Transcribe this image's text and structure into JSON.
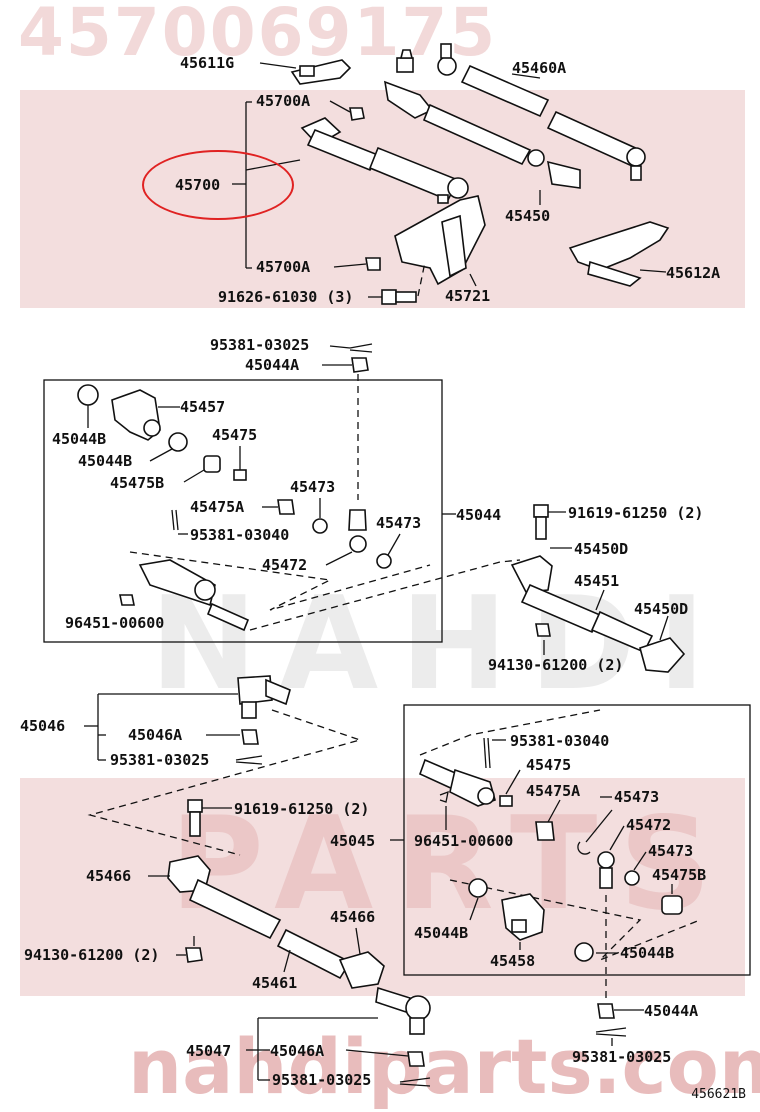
{
  "watermark": {
    "header_part_number": "4570069175",
    "brand_line": "NAHDI",
    "parts_line": "PARTS",
    "site": "nahdiparts.com"
  },
  "figure_code": "456621B",
  "highlighted_part": "45700",
  "callouts": {
    "c45611G": "45611G",
    "c45460A": "45460A",
    "c45700A_top": "45700A",
    "c45700": "45700",
    "c45450_top": "45450",
    "c45700A_bottom": "45700A",
    "c45612A": "45612A",
    "c91626": "91626-61030 (3)",
    "c45721": "45721",
    "c95381_03025_a": "95381-03025",
    "c45044A_a": "45044A",
    "c45457": "45457",
    "c45044B_a": "45044B",
    "c45475_a": "45475",
    "c45044B_b": "45044B",
    "c45475B_a": "45475B",
    "c45475A_a": "45475A",
    "c45473_a": "45473",
    "c45044": "45044",
    "c91619_a": "91619-61250 (2)",
    "c95381_03040_a": "95381-03040",
    "c45473_b": "45473",
    "c45472_a": "45472",
    "c45450D_a": "45450D",
    "c45451": "45451",
    "c45450D_b": "45450D",
    "c96451_a": "96451-00600",
    "c94130_a": "94130-61200 (2)",
    "c45046": "45046",
    "c45046A_a": "45046A",
    "c95381_03025_b": "95381-03025",
    "c95381_03040_b": "95381-03040",
    "c45475_b": "45475",
    "c45475A_b": "45475A",
    "c45473_c": "45473",
    "c91619_b": "91619-61250 (2)",
    "c45045": "45045",
    "c96451_b": "96451-00600",
    "c45472_b": "45472",
    "c45466_a": "45466",
    "c45473_d": "45473",
    "c45475B_b": "45475B",
    "c45466_b": "45466",
    "c45044B_c": "45044B",
    "c94130_b": "94130-61200 (2)",
    "c45458": "45458",
    "c45044B_d": "45044B",
    "c45461": "45461",
    "c45044A_b": "45044A",
    "c45047": "45047",
    "c45046A_b": "45046A",
    "c95381_03025_c": "95381-03025",
    "c95381_03025_d": "95381-03025"
  }
}
